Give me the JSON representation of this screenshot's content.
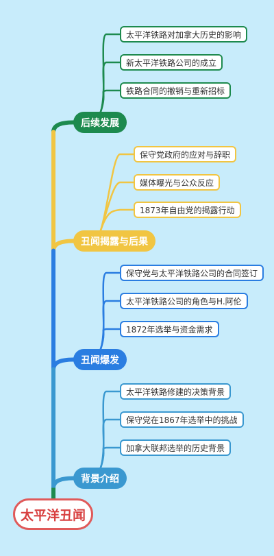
{
  "colors": {
    "background": "#c8ecfb",
    "root": "#e05a5a",
    "branch_green": "#1d8a4e",
    "branch_yellow": "#f1c542",
    "branch_blue": "#2a7de1",
    "branch_cyan": "#3a98d0"
  },
  "root": {
    "label": "太平洋丑闻"
  },
  "branches": [
    {
      "label": "后续发展",
      "color": "#1d8a4e",
      "children": [
        "太平洋铁路对加拿大历史的影响",
        "新太平洋铁路公司的成立",
        "铁路合同的撤销与重新招标"
      ]
    },
    {
      "label": "丑闻揭露与后果",
      "color": "#f1c542",
      "children": [
        "保守党政府的应对与辞职",
        "媒体曝光与公众反应",
        "1873年自由党的揭露行动"
      ]
    },
    {
      "label": "丑闻爆发",
      "color": "#2a7de1",
      "children": [
        "保守党与太平洋铁路公司的合同签订",
        "太平洋铁路公司的角色与H.阿伦",
        "1872年选举与资金需求"
      ]
    },
    {
      "label": "背景介绍",
      "color": "#3a98d0",
      "children": [
        "太平洋铁路修建的决策背景",
        "保守党在1867年选举中的挑战",
        "加拿大联邦选举的历史背景"
      ]
    }
  ]
}
